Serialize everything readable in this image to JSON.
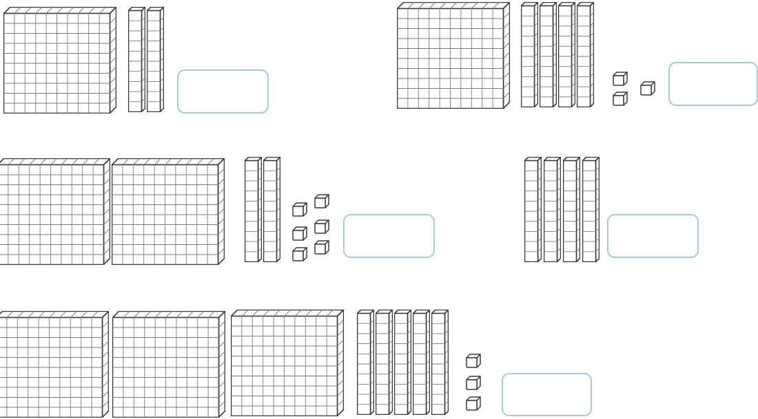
{
  "problems": [
    {
      "id": 1,
      "hundreds": 1,
      "tens": 2,
      "ones": 0,
      "answer": ""
    },
    {
      "id": 2,
      "hundreds": 1,
      "tens": 4,
      "ones": 3,
      "answer": ""
    },
    {
      "id": 3,
      "hundreds": 2,
      "tens": 2,
      "ones": 6,
      "answer": ""
    },
    {
      "id": 4,
      "hundreds": 0,
      "tens": 4,
      "ones": 0,
      "answer": ""
    },
    {
      "id": 5,
      "hundreds": 3,
      "tens": 5,
      "ones": 3,
      "answer": ""
    }
  ],
  "colors": {
    "stroke": "#3a3a3a",
    "grid": "#7a7a7a",
    "answer_border": "#a8c8df"
  }
}
